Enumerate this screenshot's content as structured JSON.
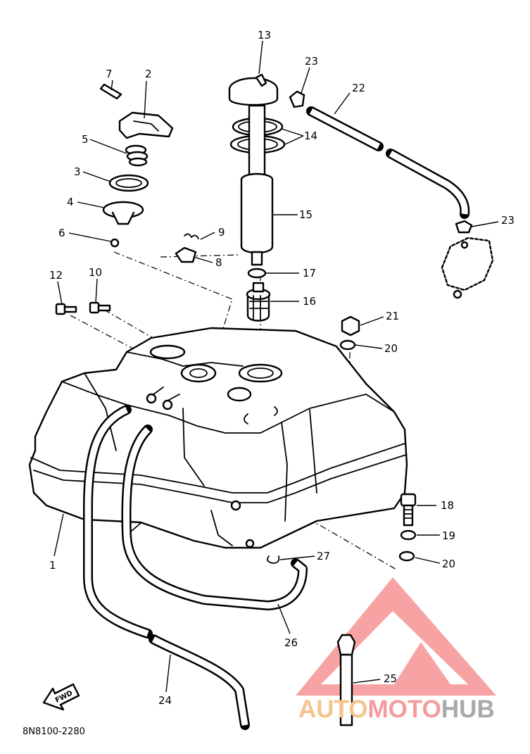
{
  "diagram_code": "8N8100-2280",
  "fwd_label": "FWD",
  "logo": {
    "part1": "AUTO",
    "part2": "MOTO",
    "part3": "HUB",
    "colors": {
      "auto": "#f5c48e",
      "moto": "#f39c9c",
      "hub": "#a9a9a9",
      "triangle": "#f7a3a3"
    }
  },
  "callouts": {
    "c1": "1",
    "c2": "2",
    "c3": "3",
    "c4": "4",
    "c5": "5",
    "c6": "6",
    "c7": "7",
    "c8": "8",
    "c9": "9",
    "c10": "10",
    "c12": "12",
    "c13": "13",
    "c14": "14",
    "c15": "15",
    "c16": "16",
    "c17": "17",
    "c18": "18",
    "c19": "19",
    "c20a": "20",
    "c20b": "20",
    "c21": "21",
    "c22": "22",
    "c23a": "23",
    "c23b": "23",
    "c24": "24",
    "c25": "25",
    "c26": "26",
    "c27": "27"
  }
}
